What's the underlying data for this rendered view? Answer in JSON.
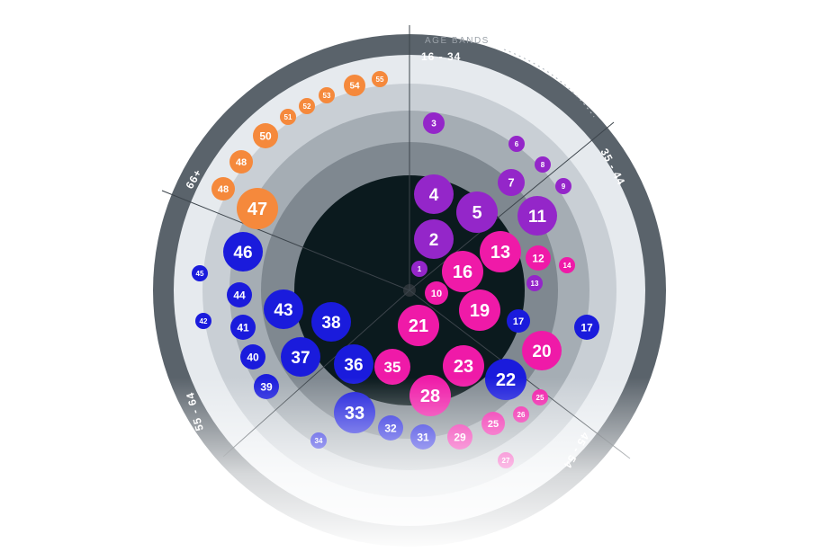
{
  "caption": "AGE BANDS",
  "bands": [
    {
      "id": "16-34",
      "label": "16 - 34"
    },
    {
      "id": "35-44",
      "label": "35 - 44"
    },
    {
      "id": "45-54",
      "label": "45 - 54"
    },
    {
      "id": "55-64",
      "label": "55 - 64"
    },
    {
      "id": "65+",
      "label": "66+"
    }
  ],
  "colors": {
    "purple": "#9426c9",
    "magenta": "#ef1aa8",
    "blue": "#1a1bdc",
    "orange": "#f5893c",
    "core": "#0b1a1e",
    "ring1": "#565e66",
    "ring2": "#7f8890",
    "ring3": "#a5adb4",
    "ring4": "#c9cfd5",
    "ring5": "#e6eaee",
    "outer_band": "#5a636b"
  },
  "bubbles": [
    {
      "n": "1",
      "group": "purple"
    },
    {
      "n": "2",
      "group": "purple"
    },
    {
      "n": "3",
      "group": "purple"
    },
    {
      "n": "4",
      "group": "purple"
    },
    {
      "n": "5",
      "group": "purple"
    },
    {
      "n": "6",
      "group": "purple"
    },
    {
      "n": "7",
      "group": "purple"
    },
    {
      "n": "8",
      "group": "purple"
    },
    {
      "n": "9",
      "group": "purple"
    },
    {
      "n": "11",
      "group": "purple"
    },
    {
      "n": "10",
      "group": "magenta"
    },
    {
      "n": "12",
      "group": "magenta"
    },
    {
      "n": "13",
      "group": "magenta"
    },
    {
      "n": "13",
      "group": "purple"
    },
    {
      "n": "14",
      "group": "magenta"
    },
    {
      "n": "16",
      "group": "magenta"
    },
    {
      "n": "17",
      "group": "blue"
    },
    {
      "n": "17",
      "group": "blue"
    },
    {
      "n": "19",
      "group": "magenta"
    },
    {
      "n": "20",
      "group": "magenta"
    },
    {
      "n": "21",
      "group": "magenta"
    },
    {
      "n": "22",
      "group": "blue"
    },
    {
      "n": "23",
      "group": "magenta"
    },
    {
      "n": "25",
      "group": "magenta"
    },
    {
      "n": "25",
      "group": "magenta"
    },
    {
      "n": "26",
      "group": "magenta"
    },
    {
      "n": "27",
      "group": "magenta"
    },
    {
      "n": "28",
      "group": "magenta"
    },
    {
      "n": "29",
      "group": "magenta"
    },
    {
      "n": "31",
      "group": "blue"
    },
    {
      "n": "32",
      "group": "blue"
    },
    {
      "n": "33",
      "group": "blue"
    },
    {
      "n": "34",
      "group": "blue"
    },
    {
      "n": "35",
      "group": "magenta"
    },
    {
      "n": "36",
      "group": "blue"
    },
    {
      "n": "37",
      "group": "blue"
    },
    {
      "n": "38",
      "group": "blue"
    },
    {
      "n": "39",
      "group": "blue"
    },
    {
      "n": "40",
      "group": "blue"
    },
    {
      "n": "41",
      "group": "blue"
    },
    {
      "n": "42",
      "group": "blue"
    },
    {
      "n": "43",
      "group": "blue"
    },
    {
      "n": "44",
      "group": "blue"
    },
    {
      "n": "45",
      "group": "blue"
    },
    {
      "n": "46",
      "group": "blue"
    },
    {
      "n": "47",
      "group": "orange"
    },
    {
      "n": "48",
      "group": "orange"
    },
    {
      "n": "48",
      "group": "orange"
    },
    {
      "n": "50",
      "group": "orange"
    },
    {
      "n": "51",
      "group": "orange"
    },
    {
      "n": "52",
      "group": "orange"
    },
    {
      "n": "53",
      "group": "orange"
    },
    {
      "n": "54",
      "group": "orange"
    },
    {
      "n": "55",
      "group": "orange"
    }
  ]
}
